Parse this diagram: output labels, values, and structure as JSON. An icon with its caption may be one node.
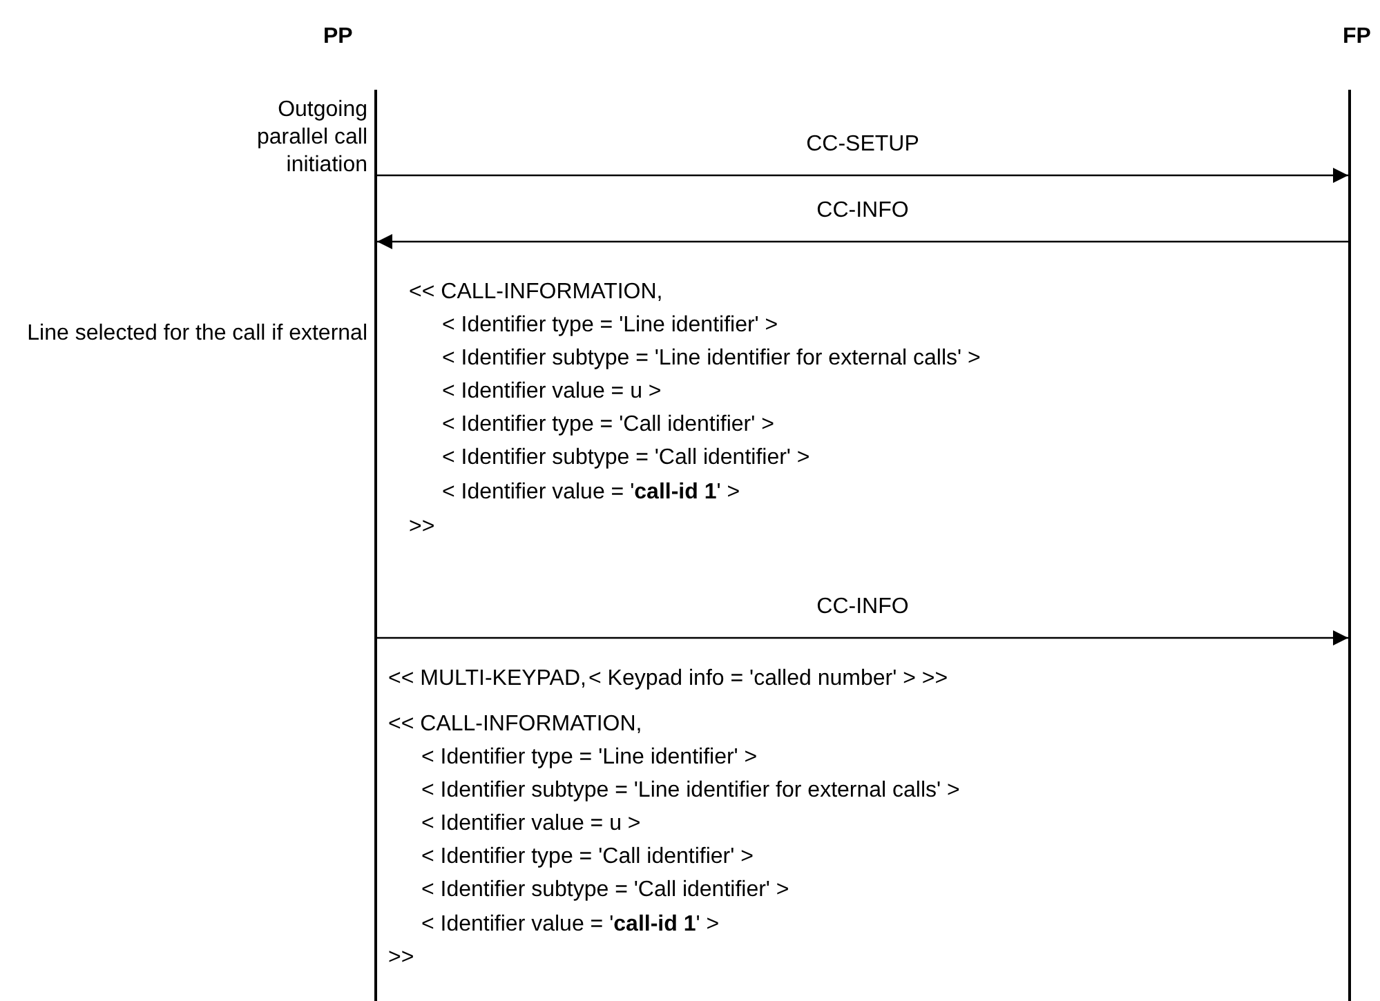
{
  "diagram": {
    "nodes": [
      {
        "text": [
          "PP"
        ]
      },
      {
        "text": [
          "FP"
        ]
      }
    ],
    "edges": [
      {
        "from": 0,
        "to": 1,
        "arrow": "to",
        "label": "CC-SETUP"
      },
      {
        "from": 1,
        "to": 0,
        "arrow": "to",
        "label": "CC-INFO"
      },
      {
        "from": 0,
        "to": 1,
        "arrow": "to",
        "label": "CC-INFO"
      }
    ],
    "labels": [
      "Outgoing parallel call initiation",
      "Line selected for the call if external",
      "<< CALL-INFORMATION,",
      "< Identifier type = 'Line identifier' >",
      "< Identifier subtype = 'Line identifier for external calls' >",
      "< Identifier value = u >",
      "< Identifier type = 'Call identifier' >",
      "< Identifier subtype = 'Call identifier' >",
      "< Identifier value = '**call-id 1**' >",
      ">>",
      "<< MULTI-KEYPAD,",
      "< Keypad info = 'called number' > >>",
      "<< CALL-INFORMATION,",
      "< Identifier type = 'Line identifier' >",
      "< Identifier subtype = 'Line identifier for external calls' >",
      "< Identifier value = u >",
      "< Identifier type = 'Call identifier' >",
      "< Identifier subtype = 'Call identifier' >",
      "< Identifier value = '**call-id 1**' >",
      ">>"
    ]
  }
}
